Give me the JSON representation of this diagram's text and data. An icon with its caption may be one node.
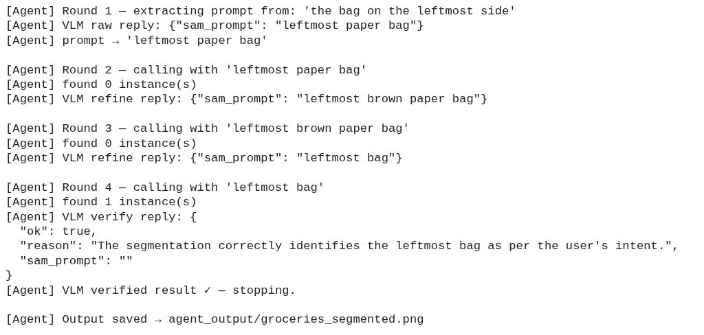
{
  "diagram": {
    "labels": [
      "[Agent] Round 1 — extracting prompt from: 'the bag on the leftmost side'",
      "[Agent] VLM raw reply: {\"sam_prompt\": \"leftmost paper bag\"}",
      "[Agent] prompt → 'leftmost paper bag'",
      "[Agent] Round 2 — calling with 'leftmost paper bag'",
      "[Agent] found 0 instance(s)",
      "[Agent] VLM refine reply: {\"sam_prompt\": \"leftmost brown paper bag\"}",
      "[Agent] Round 3 — calling with 'leftmost brown paper bag'",
      "[Agent] found 0 instance(s)",
      "[Agent] VLM refine reply: {\"sam_prompt\": \"leftmost bag\"}",
      "[Agent] Round 4 — calling with 'leftmost bag'",
      "[Agent] found 1 instance(s)",
      "[Agent] VLM verify reply: {",
      "  \"ok\": true,",
      "  \"reason\": \"The segmentation correctly identifies the leftmost bag as per the user's intent.\",",
      "  \"sam_prompt\": \"\"",
      "}",
      "[Agent] VLM verified result ✓ — stopping.",
      "[Agent] Output saved → agent_output/groceries_segmented.png"
    ]
  }
}
